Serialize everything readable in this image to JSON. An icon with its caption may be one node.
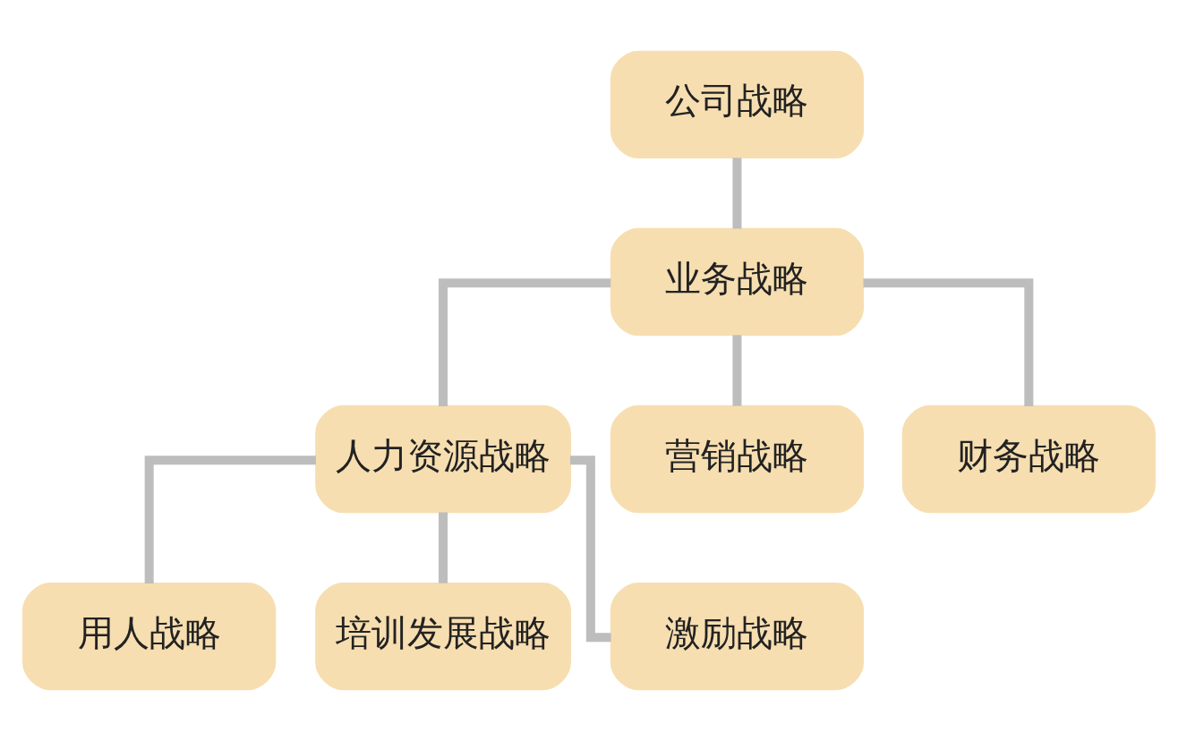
{
  "diagram": {
    "nodes": [
      {
        "text": [
          "公司战略"
        ]
      },
      {
        "text": [
          "业务战略"
        ]
      },
      {
        "text": [
          "人力资源战略"
        ]
      },
      {
        "text": [
          "营销战略"
        ]
      },
      {
        "text": [
          "财务战略"
        ]
      },
      {
        "text": [
          "用人战略"
        ]
      },
      {
        "text": [
          "培训发展战略"
        ]
      },
      {
        "text": [
          "激励战略"
        ]
      }
    ],
    "edges": [
      {
        "from": 0,
        "to": 1,
        "arrow": "none"
      },
      {
        "from": 1,
        "to": 2,
        "arrow": "none"
      },
      {
        "from": 1,
        "to": 3,
        "arrow": "none"
      },
      {
        "from": 1,
        "to": 4,
        "arrow": "none"
      },
      {
        "from": 2,
        "to": 5,
        "arrow": "none"
      },
      {
        "from": 2,
        "to": 6,
        "arrow": "none"
      },
      {
        "from": 2,
        "to": 7,
        "arrow": "none"
      }
    ]
  }
}
